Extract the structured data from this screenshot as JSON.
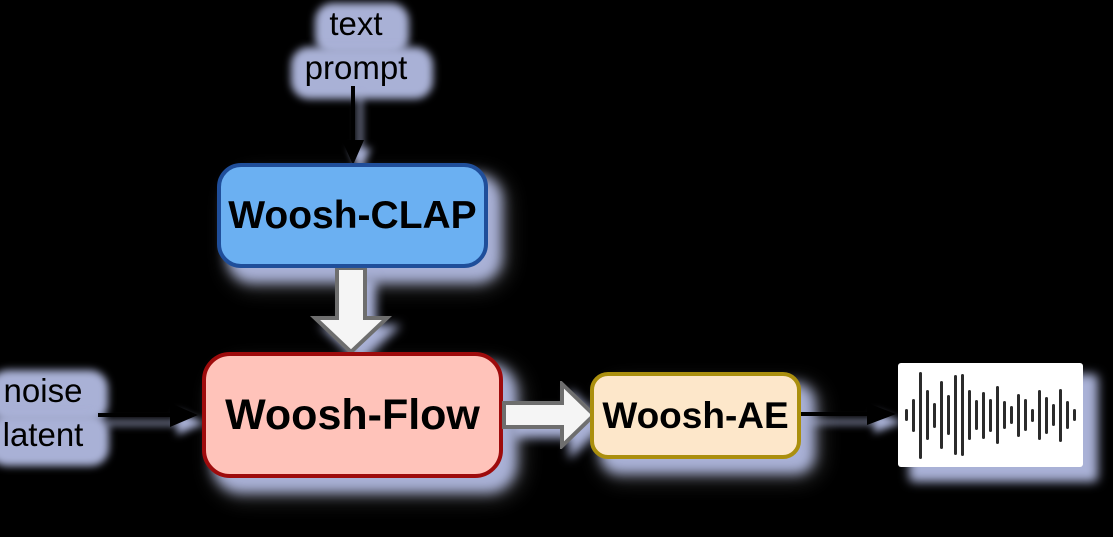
{
  "labels": {
    "text_prompt": [
      "text",
      "prompt"
    ],
    "noise_latent": [
      "noise",
      "latent"
    ]
  },
  "nodes": {
    "clap": {
      "label": "Woosh-CLAP",
      "fill": "#6bb0f2",
      "border": "#1f4e9a"
    },
    "flow": {
      "label": "Woosh-Flow",
      "fill": "#ffc3ba",
      "border": "#9e0b0c"
    },
    "ae": {
      "label": "Woosh-AE",
      "fill": "#fde7ca",
      "border": "#ab8f0e"
    }
  },
  "icons": {
    "waveform": {
      "name": "audio-waveform-icon",
      "bar_color": "#2b2b2b",
      "background": "#ffffff"
    }
  },
  "colors": {
    "background": "#000000",
    "shadow": "#a9b1d6",
    "block_arrow_fill": "#f5f5f5",
    "block_arrow_stroke": "#6e6e6e",
    "thin_arrow": "#000000",
    "label_text": "#000000"
  },
  "waveform": {
    "bars": [
      12,
      33,
      87,
      50,
      25,
      68,
      40,
      80,
      82,
      50,
      30,
      47,
      33,
      58,
      28,
      18,
      43,
      32,
      13,
      50,
      37,
      22,
      53,
      28,
      12
    ]
  }
}
